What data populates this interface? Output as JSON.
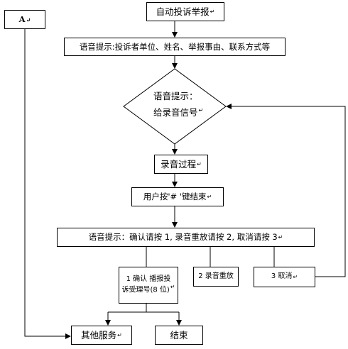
{
  "nodes": {
    "a": "A",
    "start": "自动投诉举报",
    "prompt1": "语音提示:投诉者单位、姓名、举报事由、联系方式等",
    "decision_line1": "语音提示：",
    "decision_line2": "给录音信号",
    "recording": "录音过程",
    "hash_end": "用户按'# '键结束",
    "prompt2": "语音提示：确认请按 1, 录音重放请按 2, 取消请按 3",
    "confirm_line1": "1 确认  播报投",
    "confirm_line2": "诉受理号(8 位)",
    "replay": "2 录音重放",
    "cancel": "3  取消",
    "other": "其他服务",
    "end": "结束"
  },
  "marks": {
    "paragraph": "↵"
  }
}
